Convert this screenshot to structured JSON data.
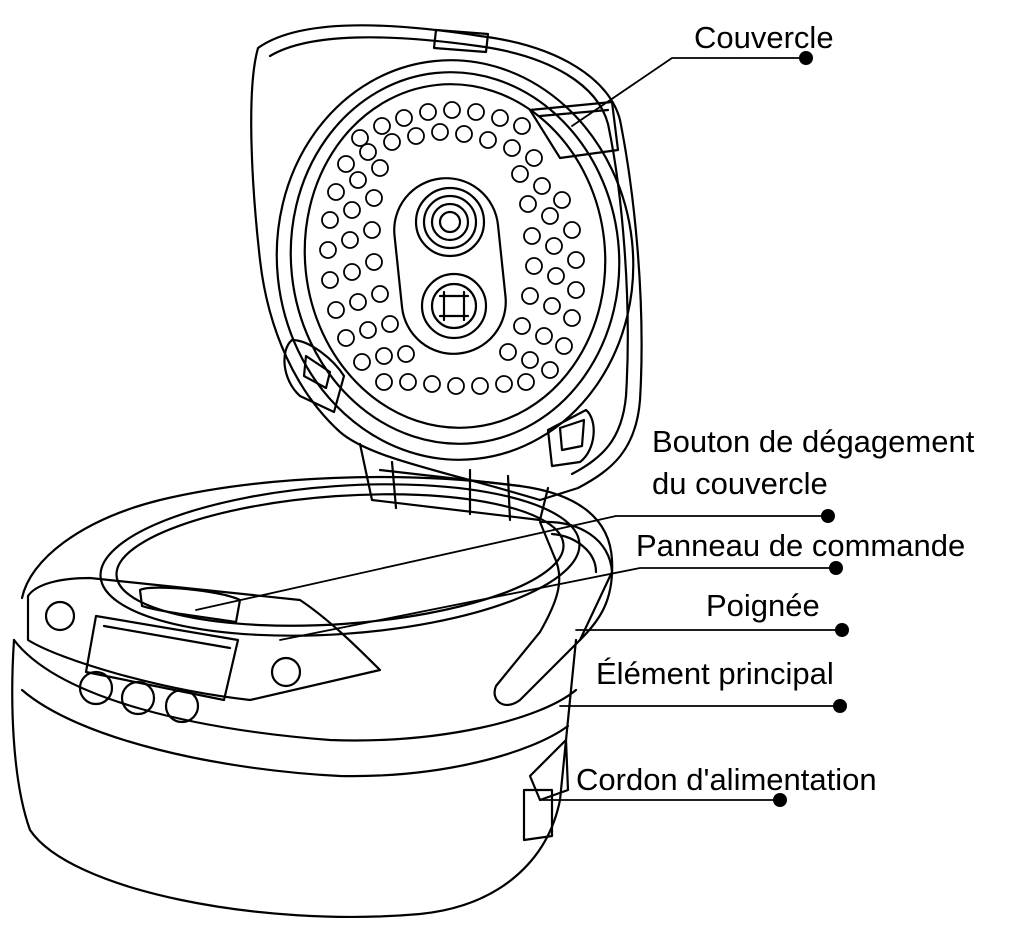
{
  "diagram": {
    "subject": "cooker-exploded-illustration",
    "labels": {
      "couvercle": "Couvercle",
      "bouton_line1": "Bouton de dégagement",
      "bouton_line2": "du couvercle",
      "panneau": "Panneau de commande",
      "poignee": "Poignée",
      "element": "Élément principal",
      "cordon": "Cordon d'alimentation"
    },
    "colors": {
      "line": "#000000",
      "background": "#ffffff"
    }
  }
}
